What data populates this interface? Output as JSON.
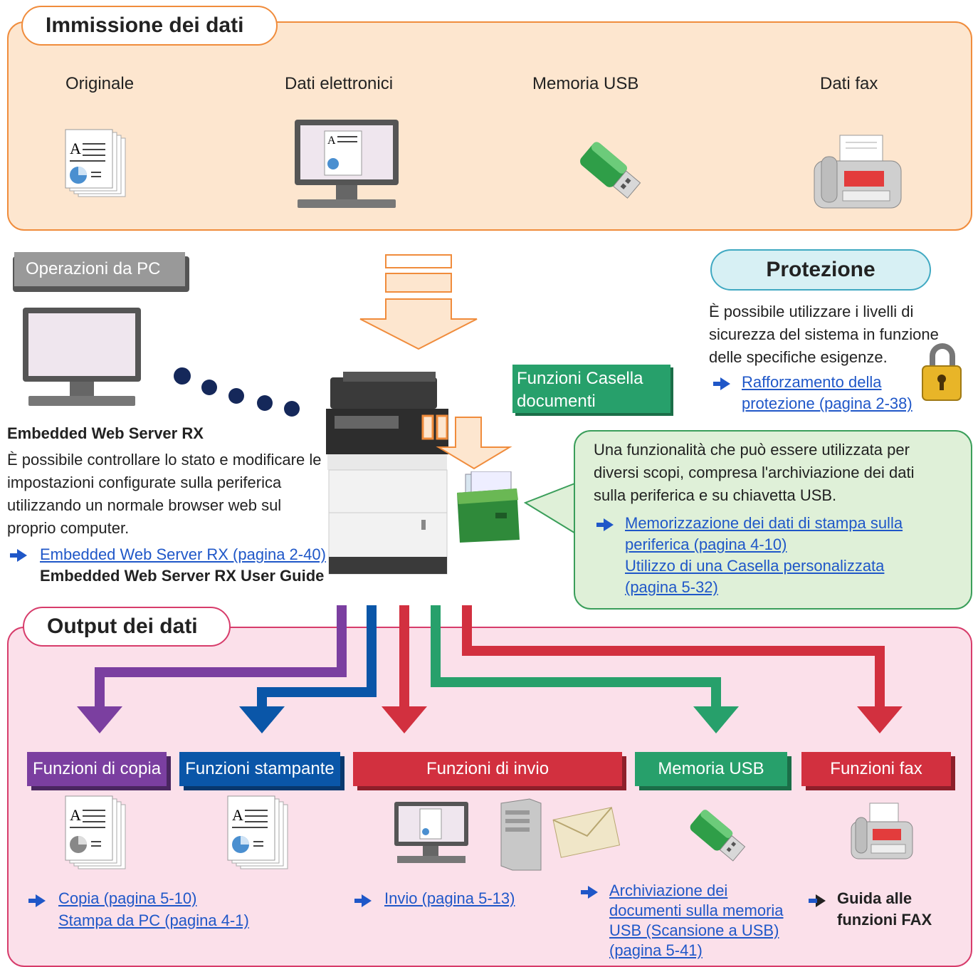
{
  "input": {
    "title": "Immissione dei dati",
    "items": [
      {
        "label": "Originale",
        "icon": "document-stack-icon"
      },
      {
        "label": "Dati elettronici",
        "icon": "monitor-icon"
      },
      {
        "label": "Memoria USB",
        "icon": "usb-drive-icon"
      },
      {
        "label": "Dati fax",
        "icon": "fax-machine-icon"
      }
    ]
  },
  "pc_ops": {
    "label": "Operazioni da PC",
    "heading": "Embedded Web Server RX",
    "text": [
      "È possibile controllare lo stato e modificare le",
      "impostazioni configurate sulla periferica",
      "utilizzando un normale browser web sul",
      "proprio computer."
    ],
    "link": "Embedded Web Server RX (pagina 2-40)",
    "guide": "Embedded Web Server RX User Guide"
  },
  "protection": {
    "title": "Protezione",
    "text": [
      "È possibile utilizzare i livelli di",
      "sicurezza del sistema in funzione",
      "delle specifiche esigenze."
    ],
    "links": [
      "Rafforzamento della",
      "protezione (pagina 2-38)"
    ]
  },
  "box": {
    "label": [
      "Funzioni Casella",
      "documenti"
    ],
    "text": [
      "Una funzionalità che può essere utilizzata per",
      "diversi scopi, compresa l'archiviazione dei dati",
      "sulla periferica e su chiavetta USB."
    ],
    "links": [
      "Memorizzazione dei dati di stampa sulla",
      "periferica (pagina 4-10)",
      "Utilizzo di una Casella personalizzata",
      "(pagina 5-32)"
    ]
  },
  "output": {
    "title": "Output dei dati",
    "functions": [
      {
        "label": "Funzioni di copia",
        "color": "#7b3fa0"
      },
      {
        "label": "Funzioni stampante",
        "color": "#0a56a8"
      },
      {
        "label": "Funzioni di invio",
        "color": "#d2303f"
      },
      {
        "label": "Memoria USB",
        "color": "#27a06b"
      },
      {
        "label": "Funzioni fax",
        "color": "#d2303f"
      }
    ],
    "links_copy": [
      "Copia (pagina 5-10)",
      "Stampa da PC (pagina 4-1)"
    ],
    "link_send": "Invio (pagina 5-13)",
    "links_usb": [
      "Archiviazione dei",
      "documenti sulla memoria",
      "USB (Scansione a USB)",
      "(pagina 5-41)"
    ],
    "fax_guide": [
      "Guida alle",
      "funzioni FAX"
    ]
  },
  "colors": {
    "input_border": "#f08c3c",
    "input_fill": "#fde6cf",
    "output_border": "#d73c6b",
    "output_fill": "#fbe0ea",
    "link": "#1f57c8"
  }
}
